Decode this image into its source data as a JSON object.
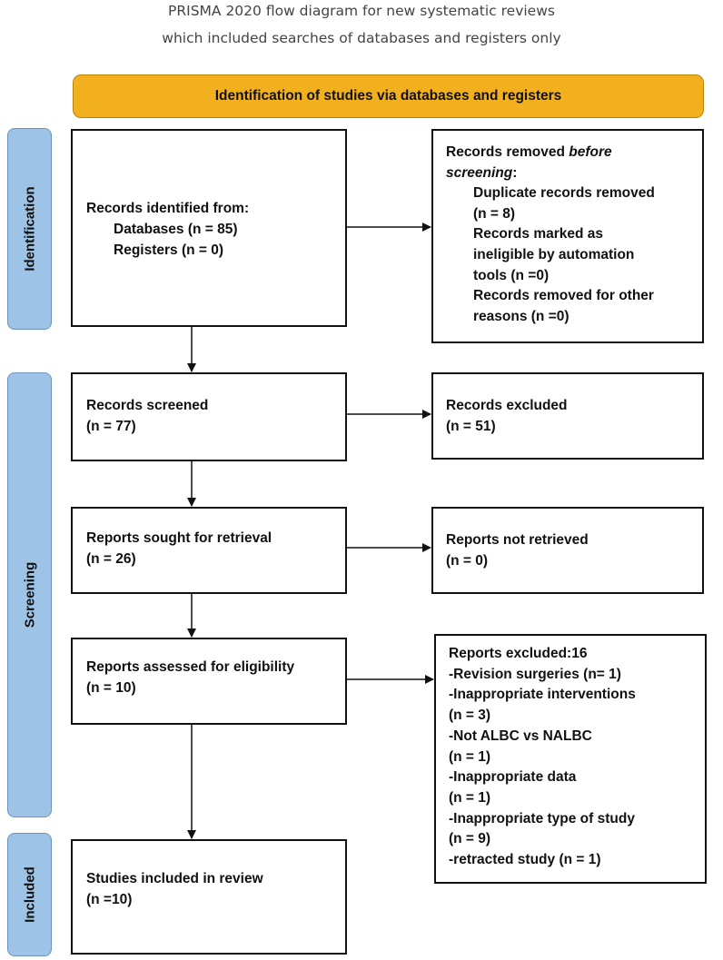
{
  "title": {
    "line1": "PRISMA 2020 flow diagram for new systematic reviews",
    "line2": "which included searches of databases and registers only"
  },
  "header": "Identification of studies via databases and registers",
  "phases": {
    "identification": "Identification",
    "screening": "Screening",
    "included": "Included"
  },
  "identified": {
    "heading": "Records identified from:",
    "databases": "Databases (n = 85)",
    "registers": "Registers (n = 0)"
  },
  "removed": {
    "heading_a": "Records removed ",
    "heading_b": "before",
    "heading_c": "screening",
    "heading_d": ":",
    "duplicate": "Duplicate records removed",
    "duplicate_n": "(n = 8)",
    "ineligible1": "Records marked as",
    "ineligible2": "ineligible by automation",
    "ineligible3": "tools (n =0)",
    "other1": "Records removed for other",
    "other2": "reasons (n =0)"
  },
  "screened": {
    "label": "Records screened",
    "n": "(n = 77)"
  },
  "excluded": {
    "label": "Records excluded",
    "n": "(n = 51)"
  },
  "sought": {
    "label": "Reports sought for retrieval",
    "n": "(n = 26)"
  },
  "not_retrieved": {
    "label": "Reports not retrieved",
    "n": "(n = 0)"
  },
  "assessed": {
    "label": "Reports assessed for eligibility",
    "n": "(n = 10)"
  },
  "reports_excluded": {
    "heading": "Reports excluded:16",
    "lines": [
      "-Revision surgeries (n= 1)",
      "-Inappropriate interventions",
      "(n = 3)",
      "-Not ALBC vs NALBC",
      "(n = 1)",
      "-Inappropriate data",
      "(n = 1)",
      "-Inappropriate type of study",
      "(n = 9)",
      "-retracted study (n = 1)"
    ]
  },
  "included": {
    "label": "Studies included in review",
    "n": "(n =10)"
  }
}
